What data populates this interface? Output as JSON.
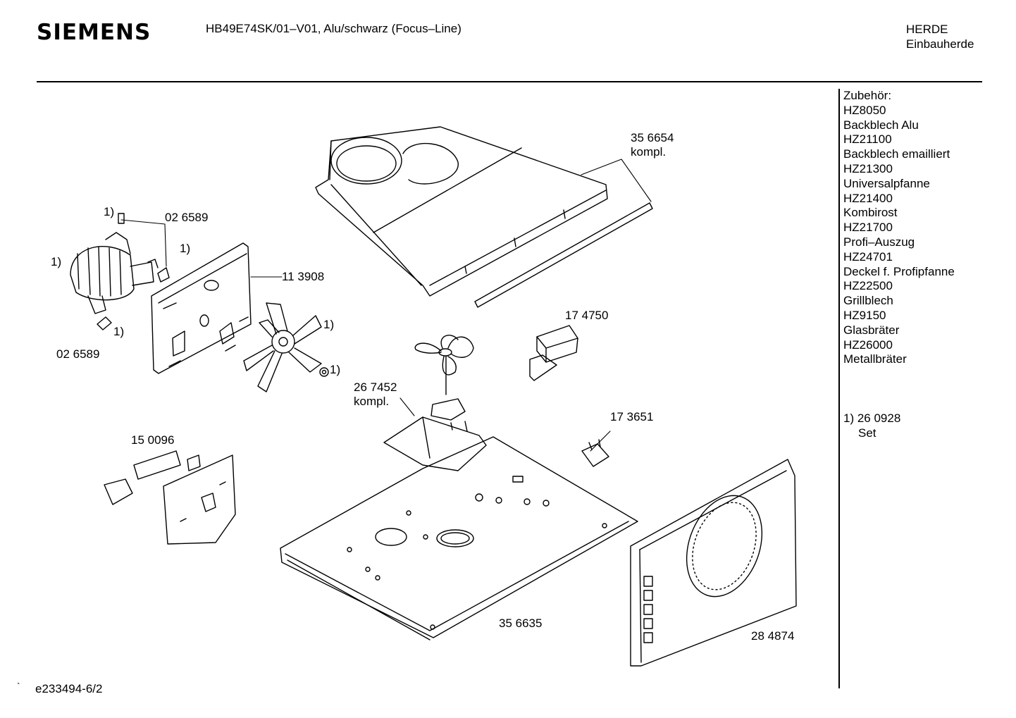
{
  "header": {
    "brand": "SIEMENS",
    "model": "HB49E74SK/01–V01, Alu/schwarz (Focus–Line)",
    "category_line1": "HERDE",
    "category_line2": "Einbauherde"
  },
  "accessories": [
    "Zubehör:",
    "HZ8050",
    "Backblech Alu",
    "HZ21100",
    "Backblech emailliert",
    "HZ21300",
    "Universalpfanne",
    "HZ21400",
    "Kombirost",
    "HZ21700",
    "Profi–Auszug",
    "HZ24701",
    "Deckel f. Profipfanne",
    "HZ22500",
    "Grillblech",
    "HZ9150",
    "Glasbräter",
    "HZ26000",
    "Metallbräter"
  ],
  "footnote": {
    "ref": "1) 26 0928",
    "set": "Set"
  },
  "parts": {
    "p356654": "35 6654",
    "kompl": "kompl.",
    "p026589a": "02 6589",
    "p026589b": "02 6589",
    "p113908": "11 3908",
    "p174750": "17 4750",
    "p267452": "26 7452",
    "p173651": "17 3651",
    "p150096": "15 0096",
    "p356635": "35 6635",
    "p284874": "28 4874",
    "ref1": "1)"
  },
  "footer": {
    "doc_id": "e233494-6/2",
    "tick": "`"
  }
}
